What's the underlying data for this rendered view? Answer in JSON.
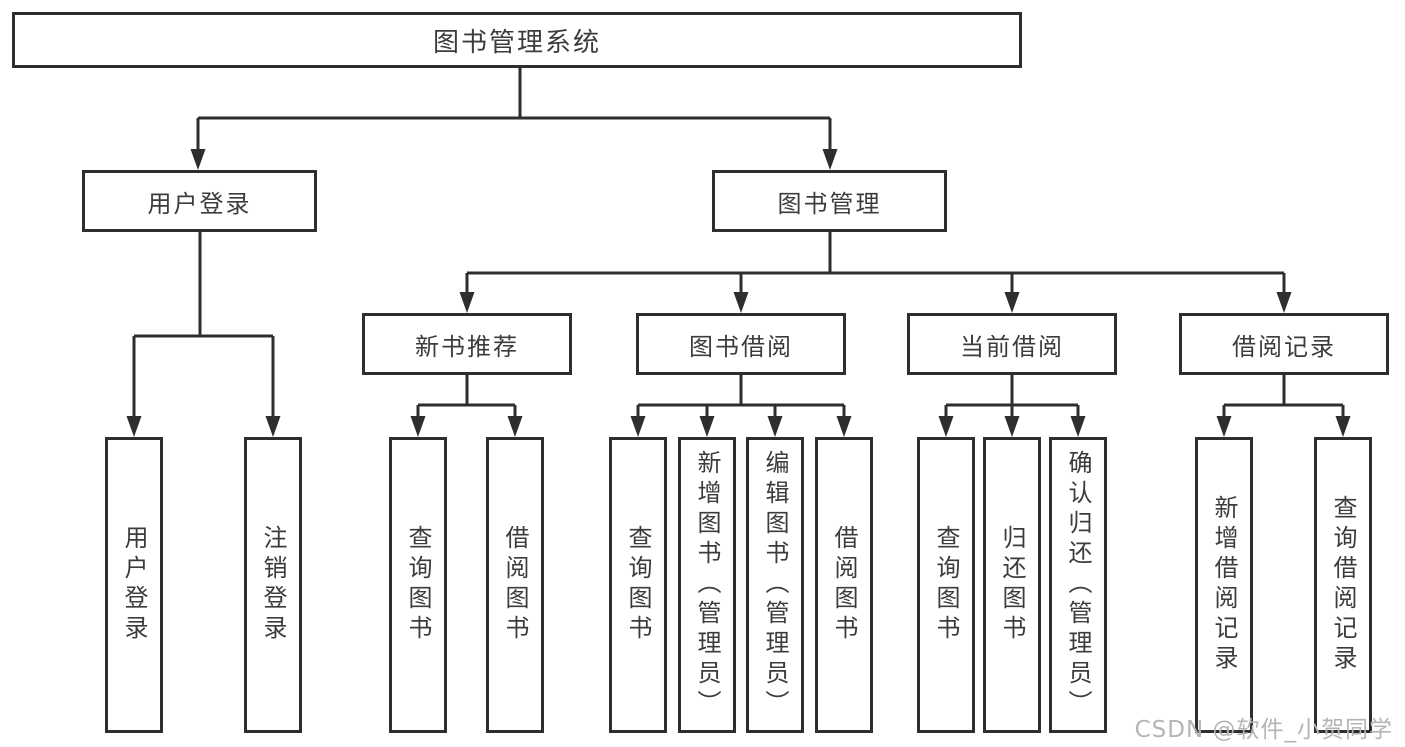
{
  "tree": {
    "root": {
      "label": "图书管理系统",
      "children": [
        {
          "label": "用户登录",
          "children": [
            {
              "label": "用户登录"
            },
            {
              "label": "注销登录"
            }
          ]
        },
        {
          "label": "图书管理",
          "children": [
            {
              "label": "新书推荐",
              "children": [
                {
                  "label": "查询图书"
                },
                {
                  "label": "借阅图书"
                }
              ]
            },
            {
              "label": "图书借阅",
              "children": [
                {
                  "label": "查询图书"
                },
                {
                  "label": "新增图书（管理员）"
                },
                {
                  "label": "编辑图书（管理员）"
                },
                {
                  "label": "借阅图书"
                }
              ]
            },
            {
              "label": "当前借阅",
              "children": [
                {
                  "label": "查询图书"
                },
                {
                  "label": "归还图书"
                },
                {
                  "label": "确认归还（管理员）"
                }
              ]
            },
            {
              "label": "借阅记录",
              "children": [
                {
                  "label": "新增借阅记录"
                },
                {
                  "label": "查询借阅记录"
                }
              ]
            }
          ]
        }
      ]
    }
  },
  "watermark": {
    "text": "CSDN @软件_小贺同学"
  },
  "colors": {
    "line": "#2e2e2e",
    "text": "#3c3c3c",
    "bg": "#ffffff",
    "watermark": "#b5b5b8"
  }
}
